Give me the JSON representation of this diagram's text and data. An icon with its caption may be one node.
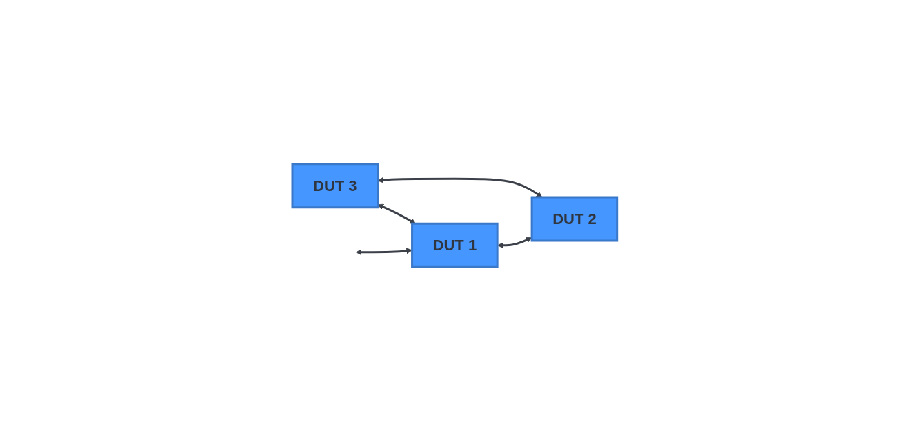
{
  "diagram": {
    "nodes": [
      {
        "text": [
          "DUT 3"
        ]
      },
      {
        "text": [
          "DUT 1"
        ]
      },
      {
        "text": [
          "DUT 2"
        ]
      }
    ],
    "edges": [
      {
        "from": 0,
        "to": 1,
        "arrow": "both"
      },
      {
        "from": 0,
        "to": 2,
        "arrow": "both"
      },
      {
        "from": 1,
        "to": 2,
        "arrow": "both"
      },
      {
        "from": null,
        "to": 1,
        "arrow": "both"
      }
    ]
  }
}
